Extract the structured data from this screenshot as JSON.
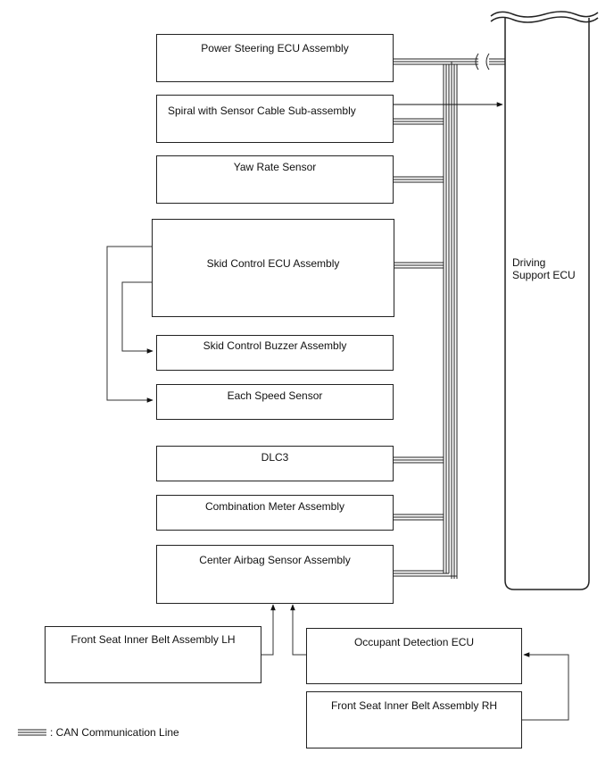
{
  "boxes": {
    "power_steering": "Power Steering ECU Assembly",
    "spiral_cable": "Spiral with Sensor Cable Sub-assembly",
    "yaw_rate": "Yaw Rate Sensor",
    "skid_control_ecu": "Skid Control ECU Assembly",
    "skid_buzzer": "Skid Control Buzzer Assembly",
    "speed_sensor": "Each Speed Sensor",
    "dlc3": "DLC3",
    "combination_meter": "Combination Meter Assembly",
    "center_airbag": "Center Airbag Sensor Assembly",
    "belt_lh": "Front Seat Inner Belt Assembly LH",
    "occupant_ecu": "Occupant Detection ECU",
    "belt_rh": "Front Seat Inner Belt Assembly RH"
  },
  "driving_support_ecu": {
    "line1": "Driving",
    "line2": "Support ECU"
  },
  "legend": {
    "can_line": ": CAN Communication Line"
  }
}
